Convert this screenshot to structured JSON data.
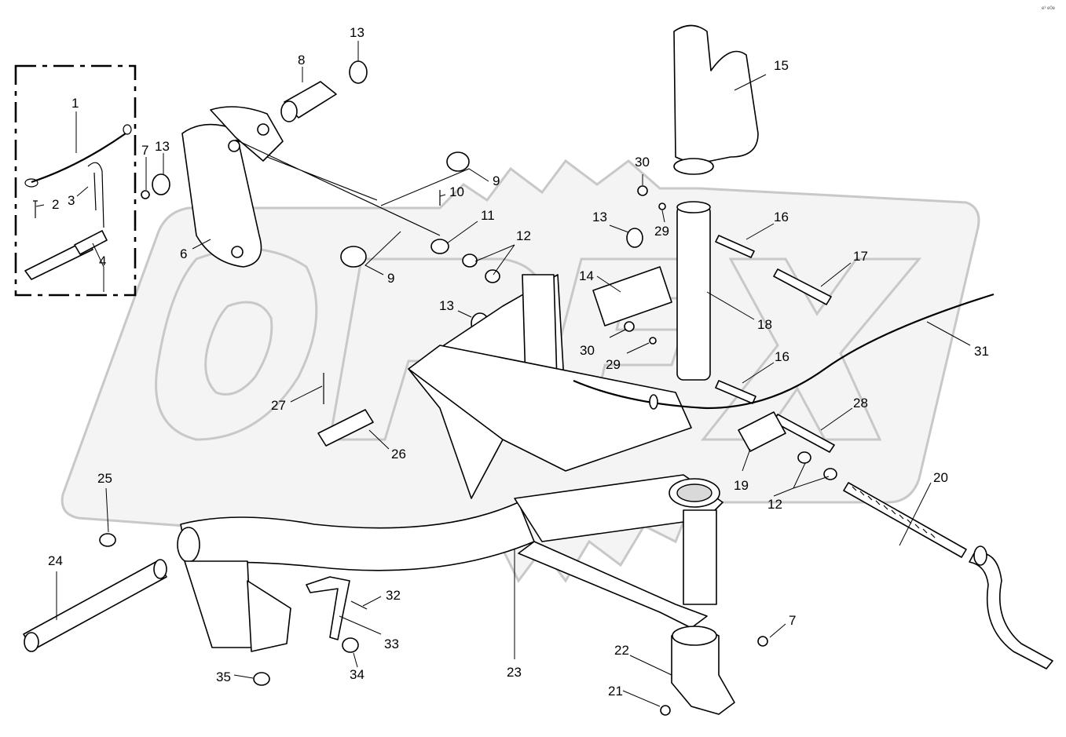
{
  "diagram": {
    "watermark": "OREX",
    "corner_code": "e³ e0e",
    "callouts": [
      {
        "id": "c1",
        "label": "1"
      },
      {
        "id": "c2",
        "label": "2"
      },
      {
        "id": "c3",
        "label": "3"
      },
      {
        "id": "c4",
        "label": "4"
      },
      {
        "id": "c6",
        "label": "6"
      },
      {
        "id": "c7a",
        "label": "7"
      },
      {
        "id": "c7b",
        "label": "7"
      },
      {
        "id": "c8",
        "label": "8"
      },
      {
        "id": "c9a",
        "label": "9"
      },
      {
        "id": "c9b",
        "label": "9"
      },
      {
        "id": "c10",
        "label": "10"
      },
      {
        "id": "c11",
        "label": "11"
      },
      {
        "id": "c12a",
        "label": "12"
      },
      {
        "id": "c12b",
        "label": "12"
      },
      {
        "id": "c13a",
        "label": "13"
      },
      {
        "id": "c13b",
        "label": "13"
      },
      {
        "id": "c13c",
        "label": "13"
      },
      {
        "id": "c13d",
        "label": "13"
      },
      {
        "id": "c14",
        "label": "14"
      },
      {
        "id": "c15",
        "label": "15"
      },
      {
        "id": "c16a",
        "label": "16"
      },
      {
        "id": "c16b",
        "label": "16"
      },
      {
        "id": "c17",
        "label": "17"
      },
      {
        "id": "c18",
        "label": "18"
      },
      {
        "id": "c19",
        "label": "19"
      },
      {
        "id": "c20",
        "label": "20"
      },
      {
        "id": "c21",
        "label": "21"
      },
      {
        "id": "c22",
        "label": "22"
      },
      {
        "id": "c23",
        "label": "23"
      },
      {
        "id": "c24",
        "label": "24"
      },
      {
        "id": "c25",
        "label": "25"
      },
      {
        "id": "c26",
        "label": "26"
      },
      {
        "id": "c27",
        "label": "27"
      },
      {
        "id": "c28",
        "label": "28"
      },
      {
        "id": "c29a",
        "label": "29"
      },
      {
        "id": "c29b",
        "label": "29"
      },
      {
        "id": "c30a",
        "label": "30"
      },
      {
        "id": "c30b",
        "label": "30"
      },
      {
        "id": "c31",
        "label": "31"
      },
      {
        "id": "c32",
        "label": "32"
      },
      {
        "id": "c33",
        "label": "33"
      },
      {
        "id": "c34",
        "label": "34"
      },
      {
        "id": "c35",
        "label": "35"
      }
    ]
  }
}
